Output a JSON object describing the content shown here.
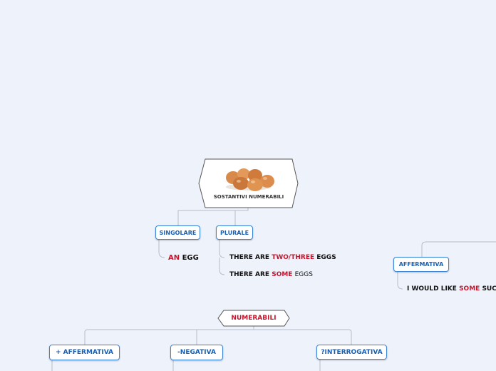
{
  "root": {
    "label": "SOSTANTIVI NUMERABILI",
    "image": "eggs-image"
  },
  "singolare": {
    "label": "SINGOLARE",
    "example": {
      "a": "AN",
      "b": "EGG"
    }
  },
  "plurale": {
    "label": "PLURALE",
    "examples": [
      {
        "a": "THERE ARE",
        "b": "TWO/THREE",
        "c": "EGGS"
      },
      {
        "a": "THERE ARE",
        "b": "SOME",
        "c": "EGGS"
      }
    ]
  },
  "affermativa_right": {
    "label": "AFFERMATIVA",
    "example": {
      "a": "I WOULD LIKE",
      "b": "SOME",
      "c": "SUC"
    }
  },
  "numerabili": {
    "label": "NUMERABILI",
    "children": [
      "+ AFFERMATIVA",
      "-NEGATIVA",
      "?INTERROGATIVA"
    ]
  },
  "colors": {
    "background": "#eef2fb",
    "node_border": "#3a86d6",
    "node_text": "#1a5fb0",
    "accent_red": "#c8142c",
    "connector": "#b8bcc8"
  }
}
